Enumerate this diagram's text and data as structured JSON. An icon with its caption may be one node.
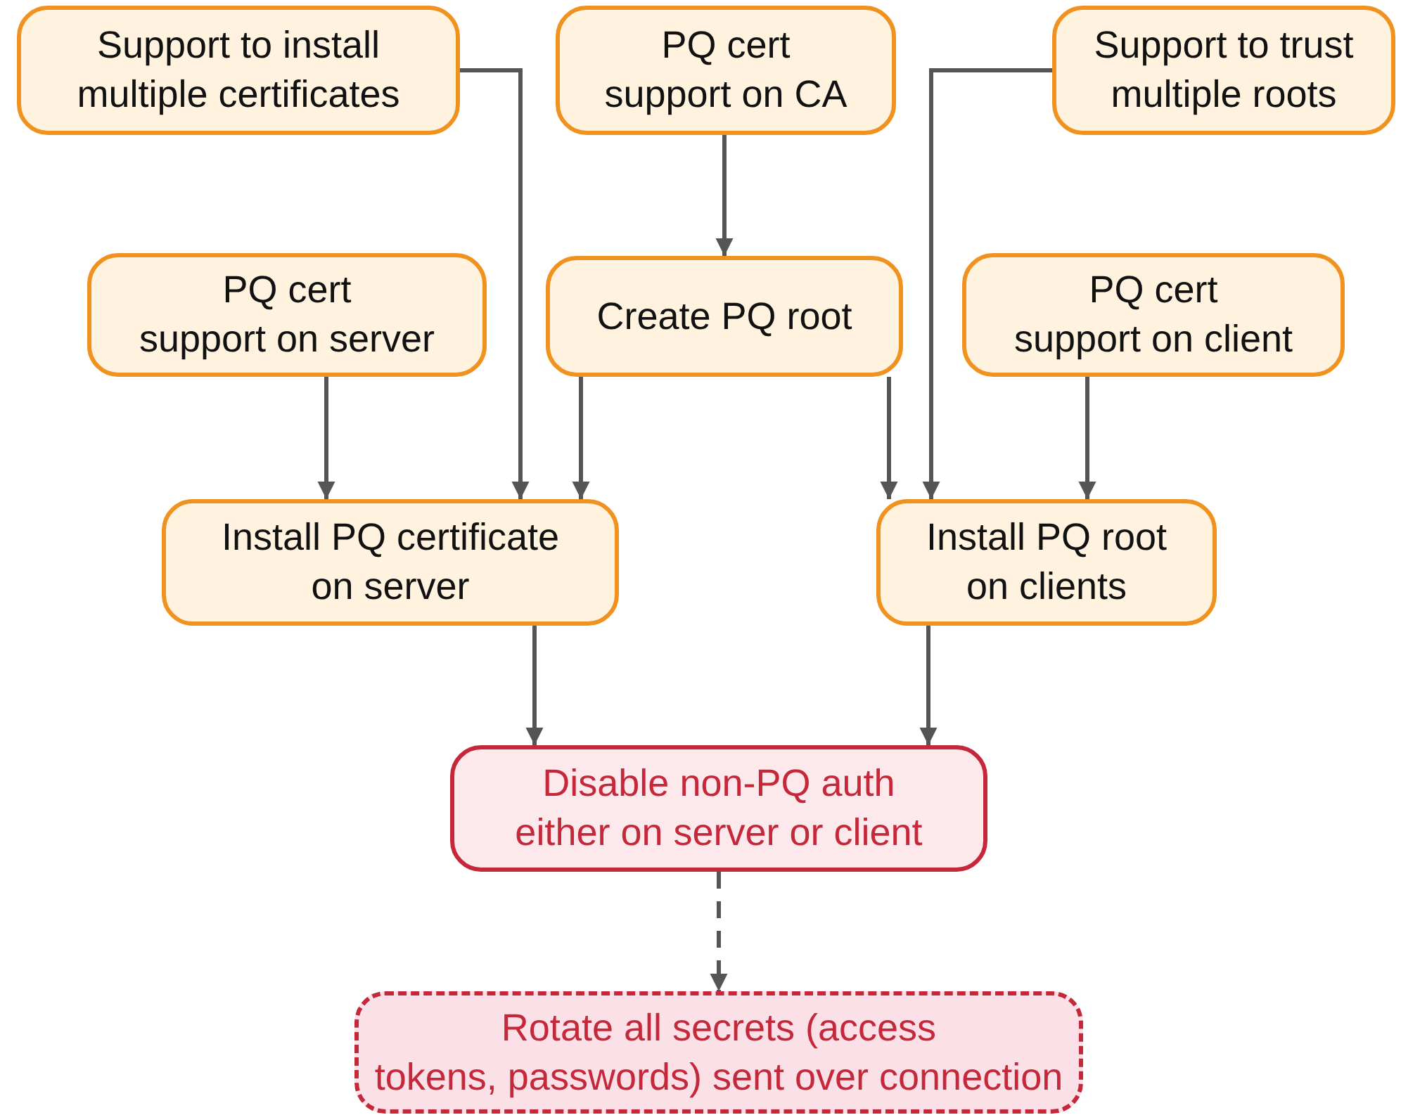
{
  "diagram": {
    "nodes": [
      {
        "text": [
          "Support to install multiple certificates"
        ]
      },
      {
        "text": [
          "PQ cert support on CA"
        ]
      },
      {
        "text": [
          "Support to trust multiple roots"
        ]
      },
      {
        "text": [
          "PQ cert support on server"
        ]
      },
      {
        "text": [
          "Create PQ root"
        ]
      },
      {
        "text": [
          "PQ cert support on client"
        ]
      },
      {
        "text": [
          "Install PQ certificate on server"
        ]
      },
      {
        "text": [
          "Install PQ root on clients"
        ]
      },
      {
        "text": [
          "Disable non-PQ auth either on server or client"
        ]
      },
      {
        "text": [
          "Rotate all secrets (access tokens, passwords) sent over connection"
        ]
      }
    ],
    "edges": [
      {
        "from": 0,
        "to": 6,
        "arrow": "to"
      },
      {
        "from": 1,
        "to": 4,
        "arrow": "to"
      },
      {
        "from": 2,
        "to": 7,
        "arrow": "to"
      },
      {
        "from": 3,
        "to": 6,
        "arrow": "to"
      },
      {
        "from": 4,
        "to": 6,
        "arrow": "to"
      },
      {
        "from": 4,
        "to": 7,
        "arrow": "to"
      },
      {
        "from": 5,
        "to": 7,
        "arrow": "to"
      },
      {
        "from": 6,
        "to": 8,
        "arrow": "to"
      },
      {
        "from": 7,
        "to": 8,
        "arrow": "to"
      },
      {
        "from": 8,
        "to": 9,
        "arrow": "to",
        "style": "dashed"
      }
    ]
  }
}
